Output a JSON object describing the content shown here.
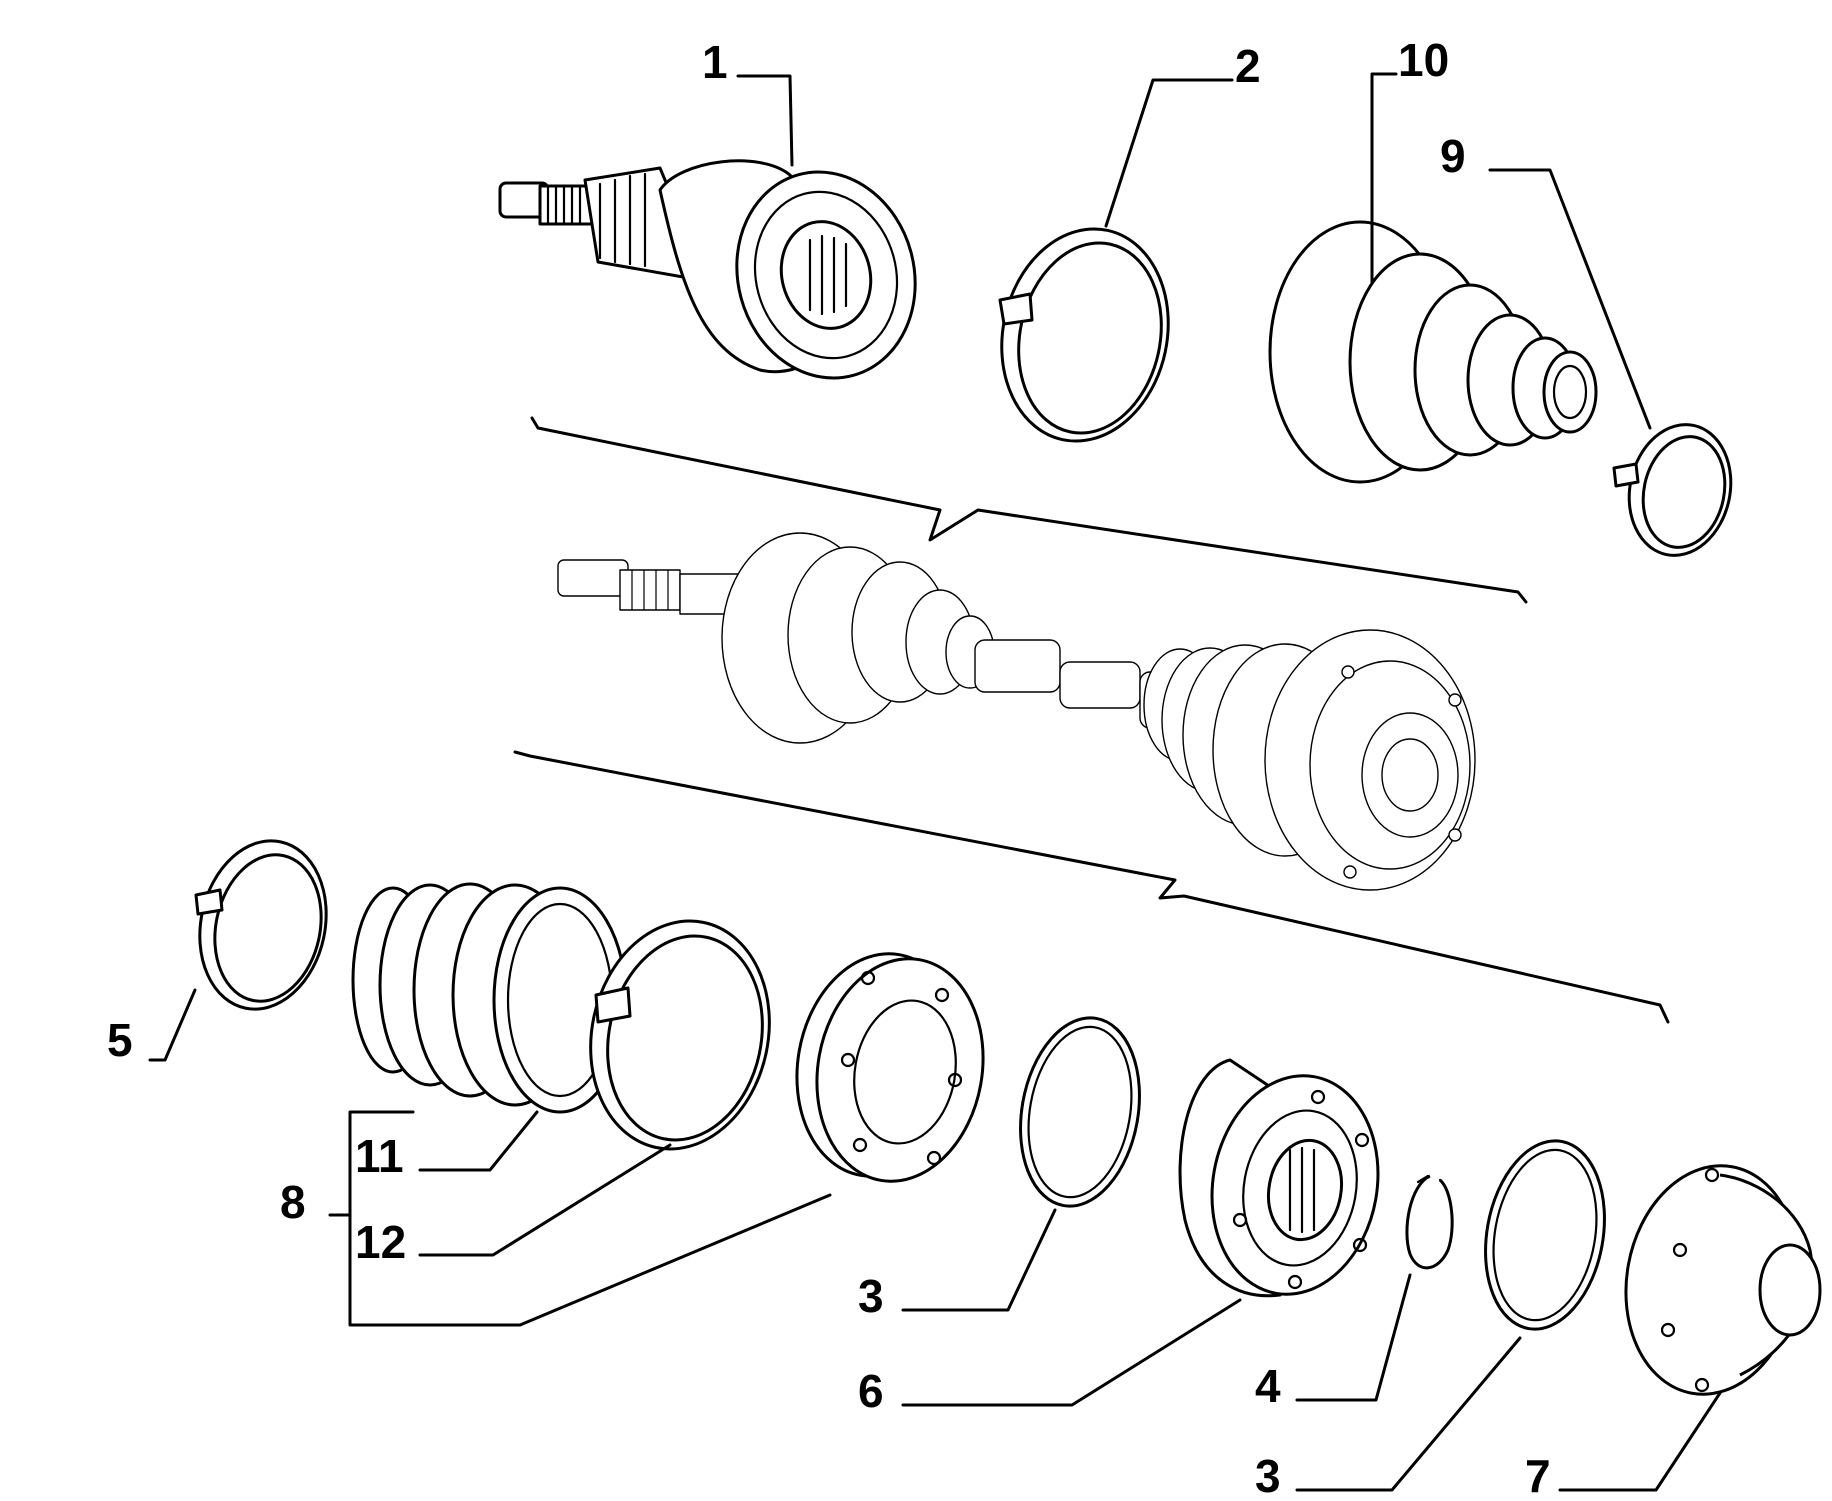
{
  "diagram": {
    "labels": {
      "p1": "1",
      "p2": "2",
      "p3a": "3",
      "p3b": "3",
      "p4": "4",
      "p5": "5",
      "p6": "6",
      "p7": "7",
      "p8": "8",
      "p9": "9",
      "p10": "10",
      "p11": "11",
      "p12": "12"
    }
  }
}
